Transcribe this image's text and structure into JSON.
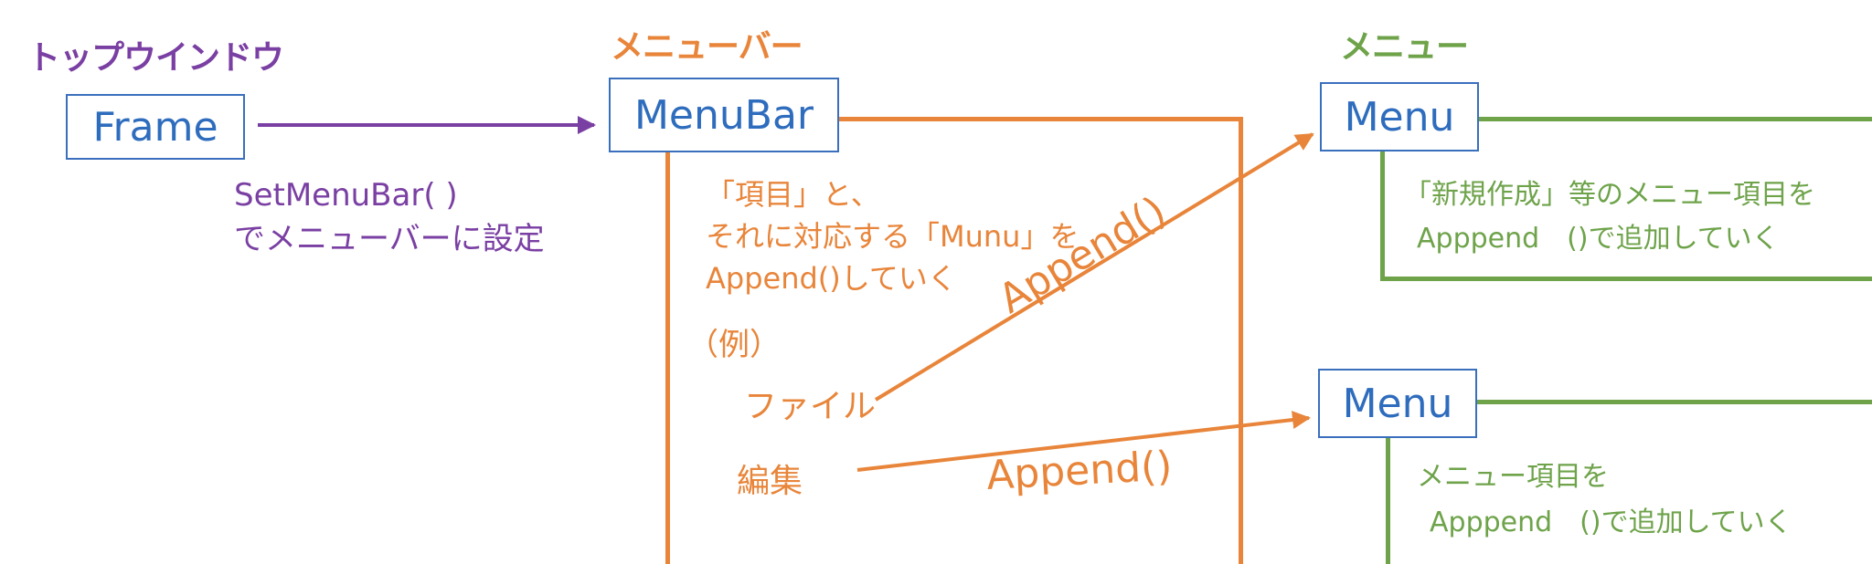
{
  "headers": {
    "top_window": "トップウインドウ",
    "menu_bar": "メニューバー",
    "menu": "メニュー"
  },
  "boxes": {
    "frame": "Frame",
    "menubar": "MenuBar",
    "menu_top": "Menu",
    "menu_bottom": "Menu"
  },
  "setmenubar_note": {
    "line1": "SetMenuBar( )",
    "line2": "でメニューバーに設定"
  },
  "menubar_desc": {
    "line1": "「項目」と、",
    "line2": "それに対応する「Munu」を",
    "line3": "Append()していく"
  },
  "example": {
    "label": "（例）",
    "item1": "ファイル",
    "item2": "編集"
  },
  "append_labels": {
    "upper": "Append()",
    "lower": "Append()"
  },
  "menu_top_desc": {
    "line1": "「新規作成」等のメニュー項目を",
    "line2": "Apppend　()で追加していく"
  },
  "menu_bottom_desc": {
    "line1": "メニュー項目を",
    "line2": "Apppend　()で追加していく"
  },
  "colors": {
    "purple": "#7a3fa3",
    "orange": "#e8853a",
    "green": "#6ea34a",
    "blue": "#2e6cbd"
  }
}
